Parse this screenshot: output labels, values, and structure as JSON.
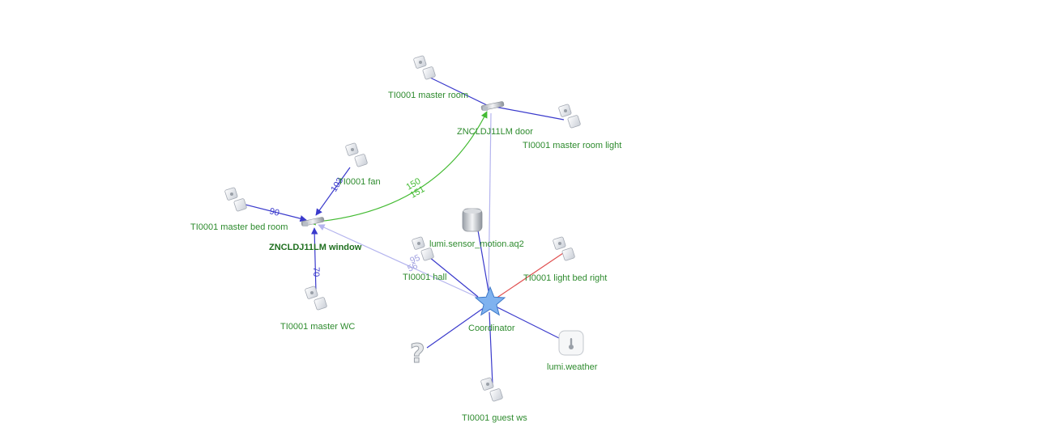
{
  "nodes": {
    "n_master_room": {
      "label": "TI0001 master room",
      "type": "switch"
    },
    "n_door": {
      "label": "ZNCLDJ11LM door",
      "type": "curtain"
    },
    "n_master_room_light": {
      "label": "TI0001 master room light",
      "type": "switch"
    },
    "n_fan": {
      "label": "TI0001 fan",
      "type": "switch"
    },
    "n_bed_room": {
      "label": "TI0001 master bed room",
      "type": "switch"
    },
    "n_window": {
      "label": "ZNCLDJ11LM window",
      "type": "curtain"
    },
    "n_motion": {
      "label": "lumi.sensor_motion.aq2",
      "type": "motion"
    },
    "n_hall": {
      "label": "TI0001 hall",
      "type": "switch"
    },
    "n_bed_right": {
      "label": "TI0001 light bed right",
      "type": "switch"
    },
    "n_wc": {
      "label": "TI0001 master WC",
      "type": "switch"
    },
    "n_coordinator": {
      "label": "Coordinator",
      "type": "coordinator"
    },
    "n_unknown": {
      "label": "",
      "type": "unknown"
    },
    "n_weather": {
      "label": "lumi.weather",
      "type": "weather"
    },
    "n_guest": {
      "label": "TI0001 guest ws",
      "type": "switch"
    }
  },
  "edges": [
    {
      "from": "n_master_room",
      "to": "n_door",
      "color": "#3a3acc",
      "label": ""
    },
    {
      "from": "n_master_room_light",
      "to": "n_door",
      "color": "#3a3acc",
      "label": ""
    },
    {
      "from": "n_fan",
      "to": "n_window",
      "color": "#3a3acc",
      "label": "103"
    },
    {
      "from": "n_bed_room",
      "to": "n_window",
      "color": "#3a3acc",
      "label": "90"
    },
    {
      "from": "n_wc",
      "to": "n_window",
      "color": "#3a3acc",
      "label": "70"
    },
    {
      "from": "n_door",
      "to": "n_window",
      "color": "#44bb33",
      "label": "150"
    },
    {
      "from": "n_window",
      "to": "n_door",
      "color": "#44bb33",
      "label": "151"
    },
    {
      "from": "n_coordinator",
      "to": "n_window",
      "color": "#b4b4ee",
      "label": "95"
    },
    {
      "from": "n_window",
      "to": "n_coordinator",
      "color": "#b4b4ee",
      "label": "56"
    },
    {
      "from": "n_door",
      "to": "n_coordinator",
      "color": "#b4b4ee",
      "label": ""
    },
    {
      "from": "n_motion",
      "to": "n_coordinator",
      "color": "#3a3acc",
      "label": ""
    },
    {
      "from": "n_hall",
      "to": "n_coordinator",
      "color": "#3a3acc",
      "label": ""
    },
    {
      "from": "n_bed_right",
      "to": "n_coordinator",
      "color": "#e05050",
      "label": ""
    },
    {
      "from": "n_unknown",
      "to": "n_coordinator",
      "color": "#3a3acc",
      "label": ""
    },
    {
      "from": "n_weather",
      "to": "n_coordinator",
      "color": "#3a3acc",
      "label": ""
    },
    {
      "from": "n_guest",
      "to": "n_coordinator",
      "color": "#3a3acc",
      "label": ""
    }
  ]
}
